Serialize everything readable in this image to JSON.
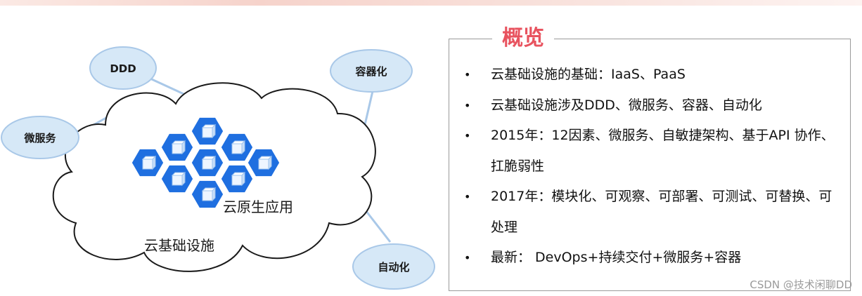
{
  "diagram": {
    "center_label": "云原生应用",
    "cloud_label": "云基础设施",
    "nodes": {
      "ddd": "DDD",
      "microservice": "微服务",
      "container": "容器化",
      "automation": "自动化"
    },
    "colors": {
      "hex_fill": "#1f6fe0",
      "node_fill": "#d6e8f7",
      "node_stroke": "#a9c8e8",
      "connector": "#a9c8e8",
      "cloud_stroke": "#1a1a1a"
    }
  },
  "overview": {
    "title": "概览",
    "bullet_symbol": "•",
    "items": [
      "云基础设施的基础：IaaS、PaaS",
      "云基础设施涉及DDD、微服务、容器、自动化",
      "2015年：12因素、微服务、自敏捷架构、基于API 协作、扛脆弱性",
      "2017年：模块化、可观察、可部署、可测试、可替换、可处理",
      "最新： DevOps+持续交付+微服务+容器"
    ],
    "title_color": "#e8535f"
  },
  "watermark": "CSDN @技术闲聊DD"
}
